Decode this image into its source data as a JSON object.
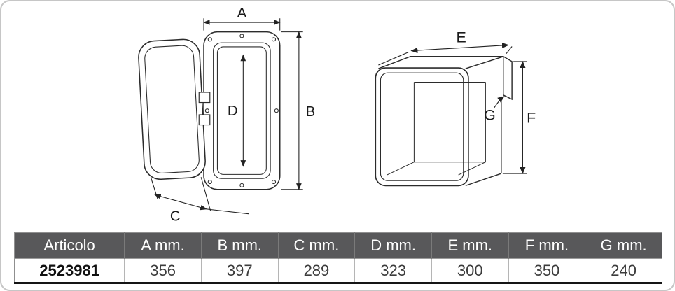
{
  "drawing": {
    "dimension_labels": {
      "A": "A",
      "B": "B",
      "C": "C",
      "D": "D",
      "E": "E",
      "F": "F",
      "G": "G"
    }
  },
  "table": {
    "headers": [
      "Articolo",
      "A mm.",
      "B mm.",
      "C mm.",
      "D mm.",
      "E mm.",
      "F mm.",
      "G mm."
    ],
    "row": [
      "2523981",
      "356",
      "397",
      "289",
      "323",
      "300",
      "350",
      "240"
    ]
  },
  "colors": {
    "table_header_bg": "#58585a",
    "table_header_text": "#ffffff",
    "drawing_line": "#2b2b2b",
    "frame_border": "#c6c6c6"
  }
}
